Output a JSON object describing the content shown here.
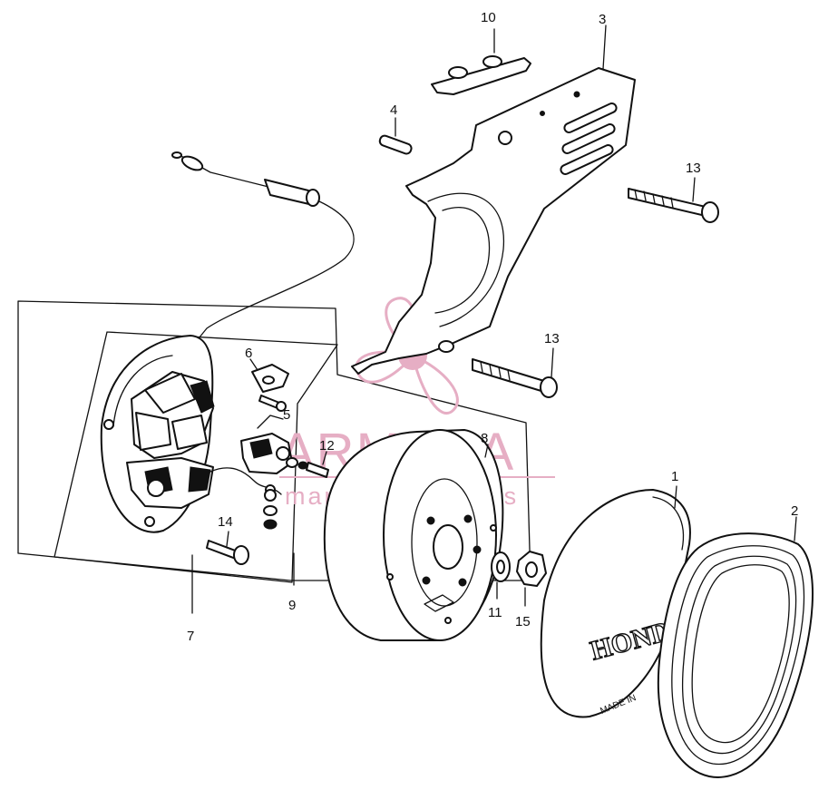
{
  "diagram": {
    "callouts": [
      {
        "id": "c1",
        "text": "1"
      },
      {
        "id": "c2",
        "text": "2"
      },
      {
        "id": "c3",
        "text": "3"
      },
      {
        "id": "c4",
        "text": "4"
      },
      {
        "id": "c5",
        "text": "5"
      },
      {
        "id": "c6",
        "text": "6"
      },
      {
        "id": "c7",
        "text": "7"
      },
      {
        "id": "c8",
        "text": "8"
      },
      {
        "id": "c9",
        "text": "9"
      },
      {
        "id": "c10",
        "text": "10"
      },
      {
        "id": "c11",
        "text": "11"
      },
      {
        "id": "c12",
        "text": "12"
      },
      {
        "id": "c13a",
        "text": "13"
      },
      {
        "id": "c13b",
        "text": "13"
      },
      {
        "id": "c14",
        "text": "14"
      },
      {
        "id": "c15",
        "text": "15"
      }
    ],
    "cover_emboss": "HONDA",
    "cover_small_text": "MADE IN"
  },
  "watermark": {
    "brand": "ARMADA",
    "tagline": "marine outboards",
    "color": "#e6aec4"
  }
}
